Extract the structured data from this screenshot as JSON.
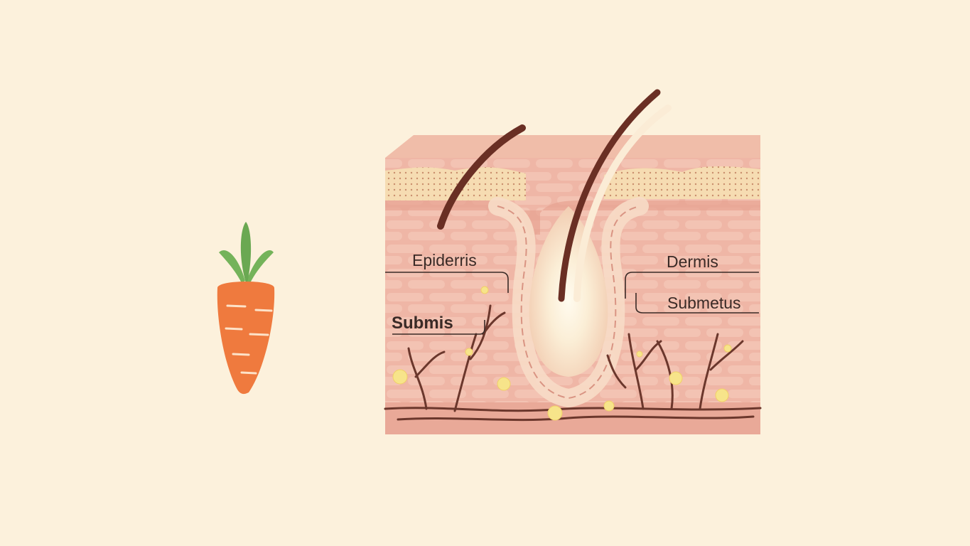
{
  "labels": {
    "left_upper": "Epiderris",
    "left_lower": "Submis",
    "right_upper": "Dermis",
    "right_lower": "Submetus"
  },
  "icons": {
    "left_illustration": "carrot-icon",
    "main_illustration": "skin-cross-section-with-hair-follicle"
  },
  "colors": {
    "background": "#fcf1dc",
    "skin_surface": "#efb6a4",
    "skin_body": "#eeb4a4",
    "fat_layer": "#f4d9ad",
    "hair": "#6a2f24",
    "vessels": "#6b372c",
    "follicle_glow": "#fff6de",
    "nodules": "#f7e48a",
    "carrot": "#ef7a3e",
    "carrot_leaves": "#74b35a"
  }
}
